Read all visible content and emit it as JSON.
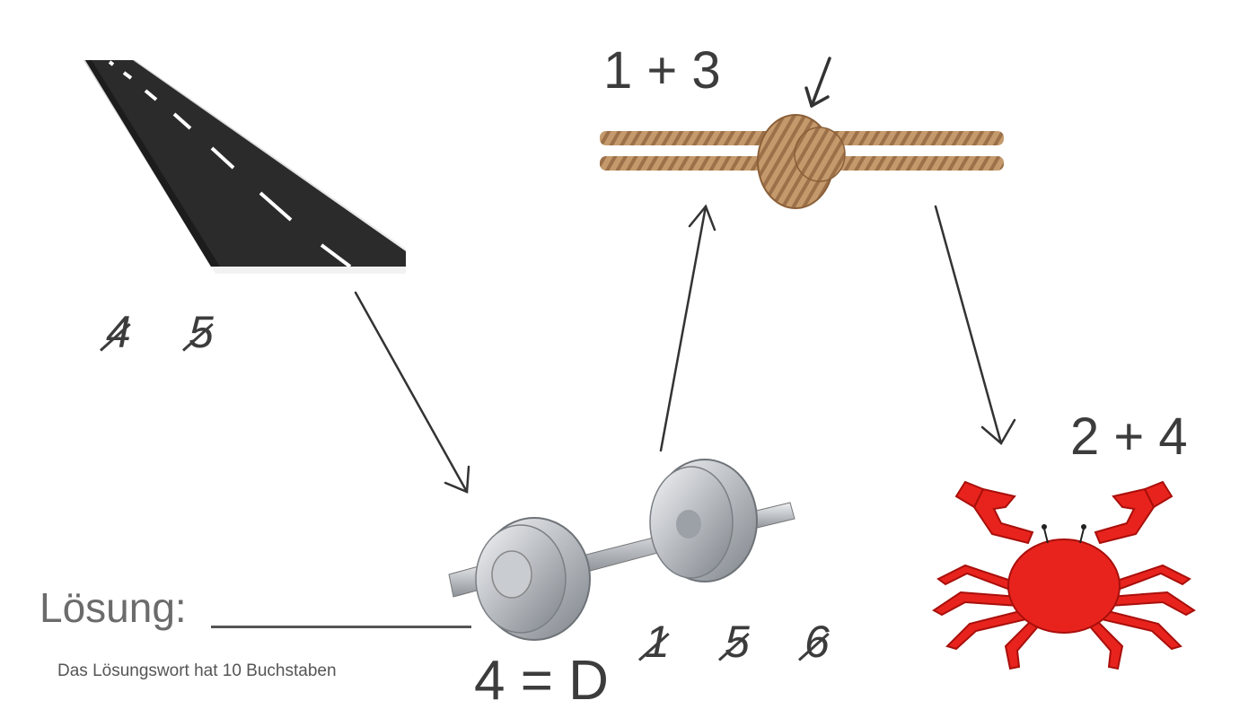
{
  "road": {
    "crossed_numbers": [
      "4",
      "5"
    ]
  },
  "rope": {
    "label": "1 + 3"
  },
  "crab": {
    "label": "2 + 4"
  },
  "dumbbell": {
    "equation": "4 = D",
    "crossed_numbers": [
      "1",
      "5",
      "6"
    ]
  },
  "solution": {
    "label": "Lösung:",
    "hint": "Das Lösungswort hat 10 Buchstaben"
  },
  "colors": {
    "text": "#3c3c3c",
    "road": "#2b2b2b",
    "rope": "#b98c5e",
    "crab": "#e8231d",
    "steel": "#c9ccd0"
  }
}
